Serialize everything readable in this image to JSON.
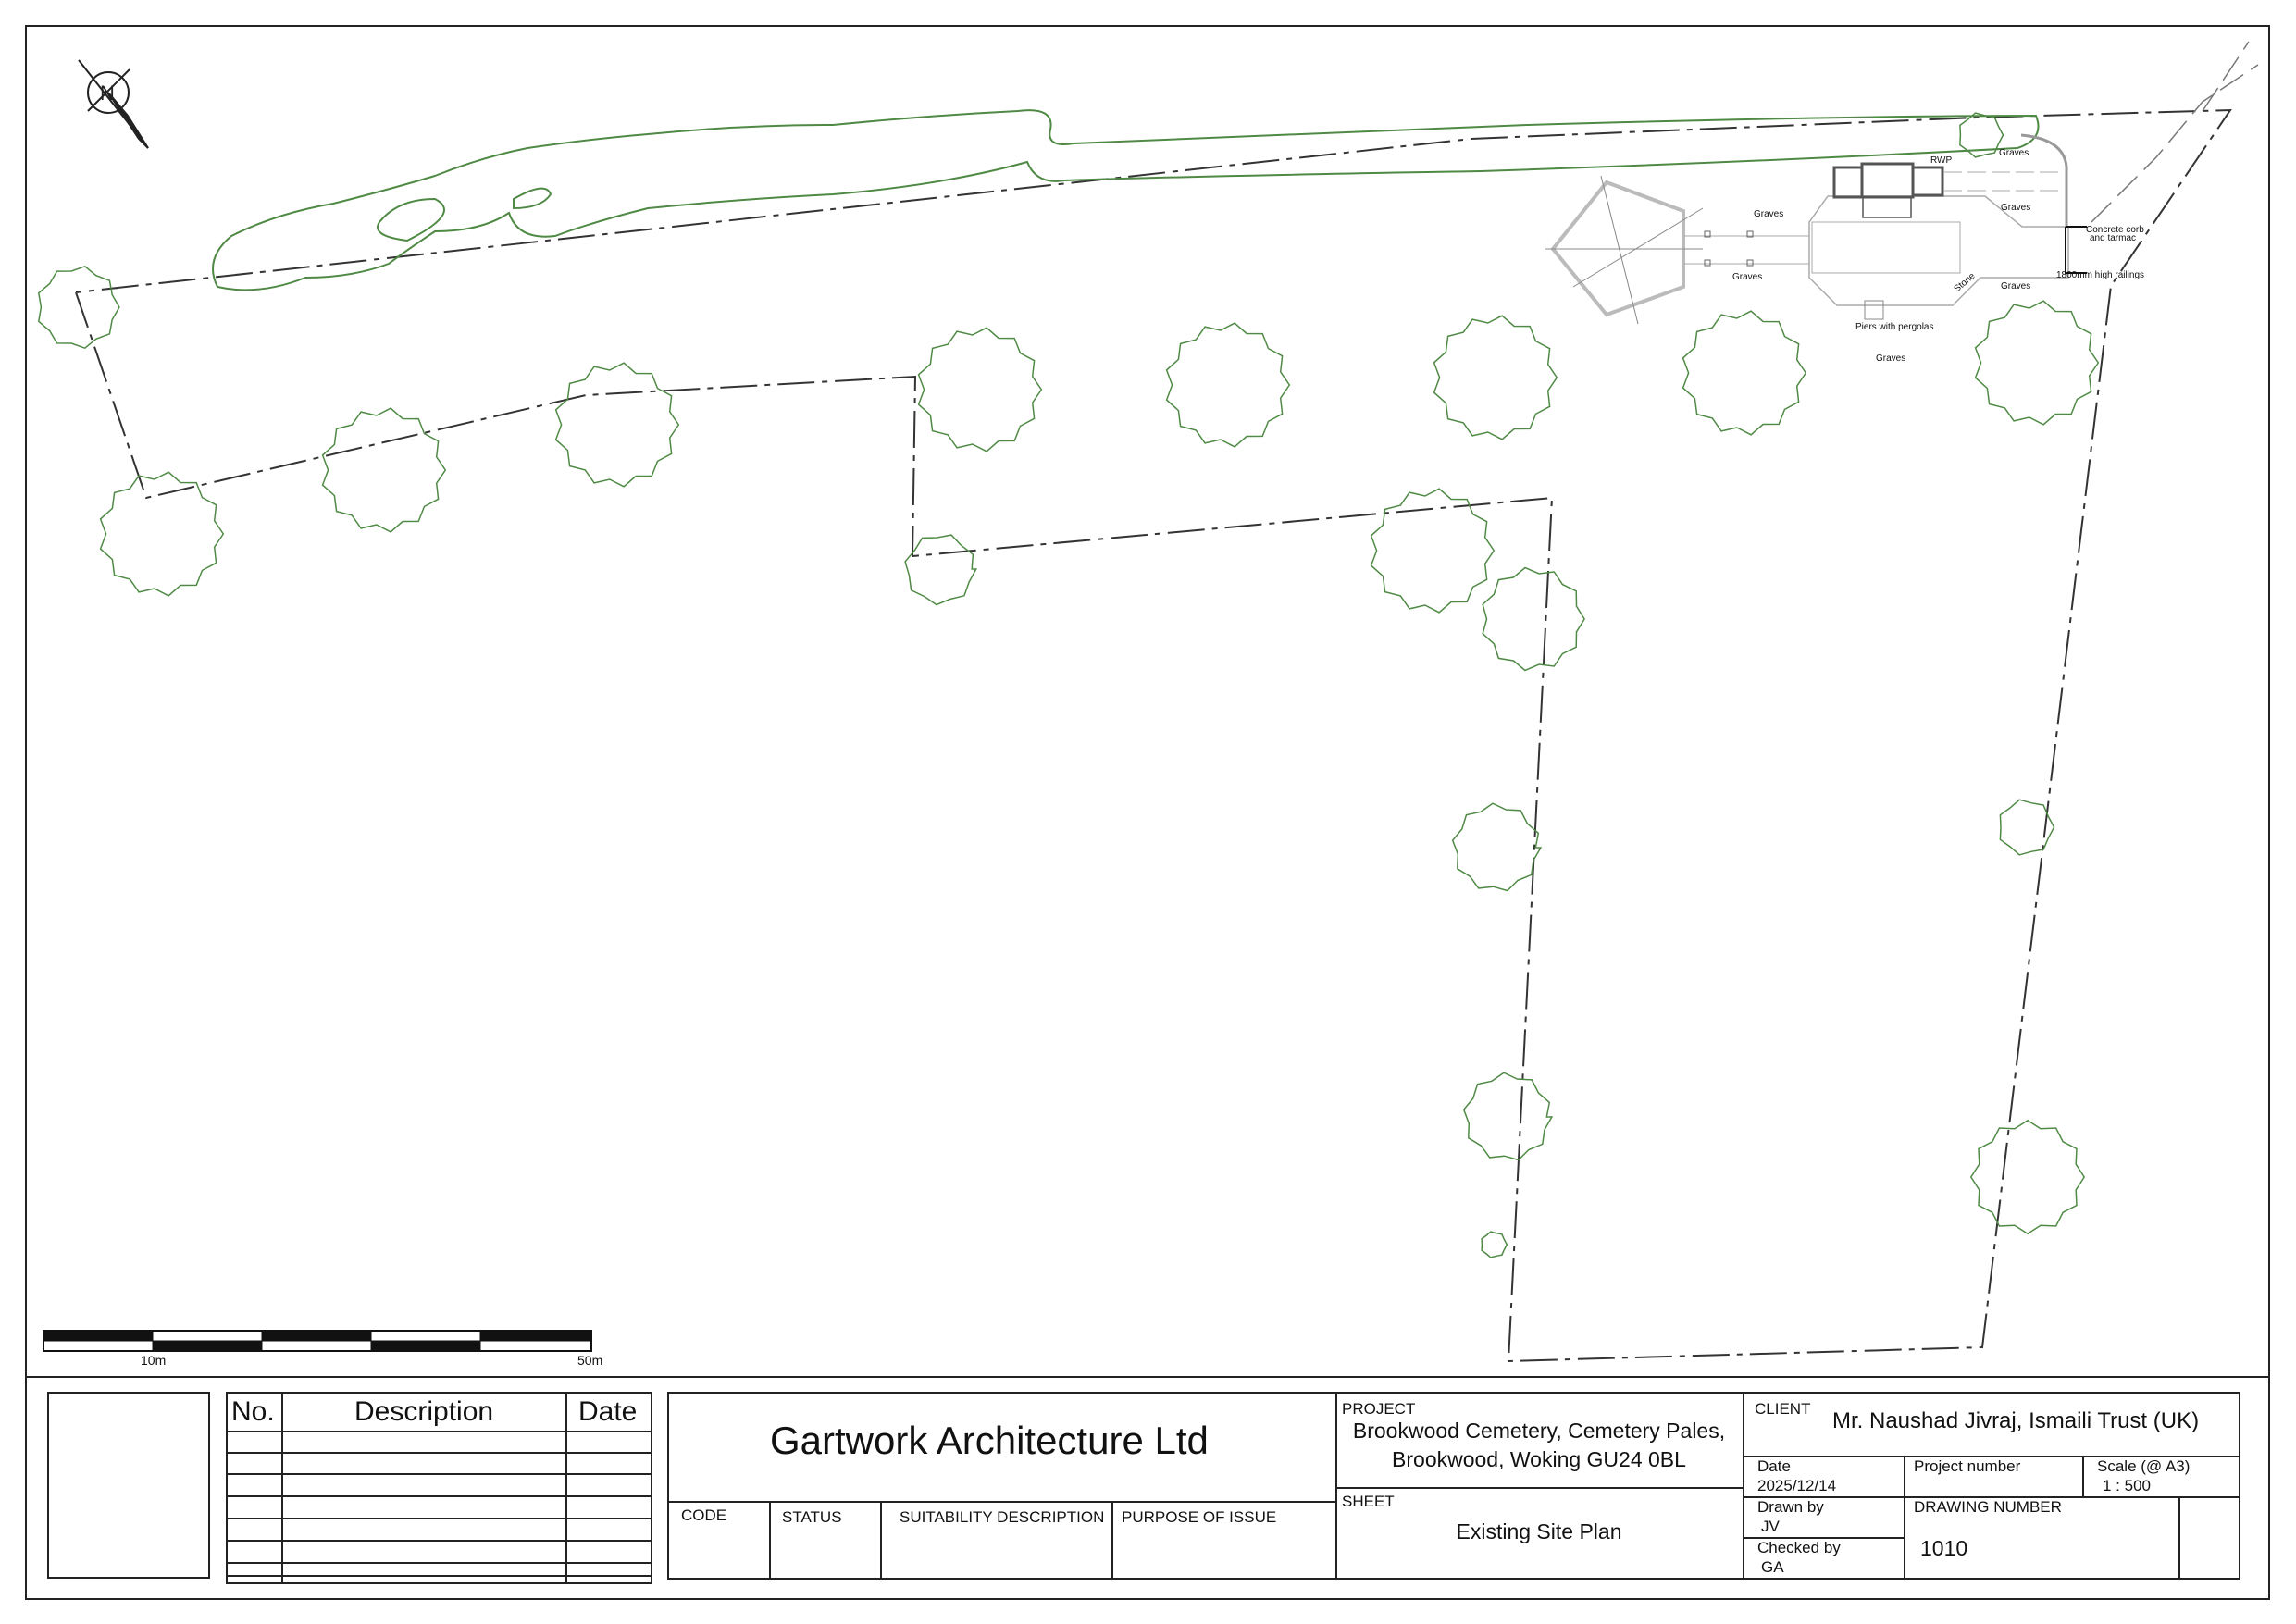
{
  "drawing": {
    "labels": {
      "graves": "Graves",
      "rwp": "RWP",
      "piers": "Piers with pergolas",
      "concrete_1": "Concrete corb",
      "concrete_2": "and tarmac",
      "railings": "1800mm high railings",
      "stone": "Stone"
    },
    "scale_bar": {
      "label_start": "10m",
      "label_end": "50m"
    }
  },
  "revisions": {
    "headers": {
      "no": "No.",
      "description": "Description",
      "date": "Date"
    }
  },
  "title_block": {
    "company": "Gartwork Architecture Ltd",
    "code_label": "CODE",
    "status_label": "STATUS",
    "suitability_label": "SUITABILITY DESCRIPTION",
    "purpose_label": "PURPOSE OF ISSUE",
    "project_label": "PROJECT",
    "project_line1": "Brookwood Cemetery, Cemetery Pales,",
    "project_line2": "Brookwood, Woking GU24 0BL",
    "sheet_label": "SHEET",
    "sheet_value": "Existing Site Plan",
    "client_label": "CLIENT",
    "client_value": "Mr. Naushad Jivraj, Ismaili Trust (UK)",
    "date_label": "Date",
    "date_value": "2025/12/14",
    "project_number_label": "Project number",
    "scale_label": "Scale (@ A3)",
    "scale_value": "1 : 500",
    "drawn_by_label": "Drawn by",
    "drawn_by_value": "JV",
    "checked_by_label": "Checked by",
    "checked_by_value": "GA",
    "drawing_number_label": "DRAWING NUMBER",
    "drawing_number_value": "1010"
  },
  "colors": {
    "vegetation": "#4f8a45",
    "line": "#222222"
  }
}
